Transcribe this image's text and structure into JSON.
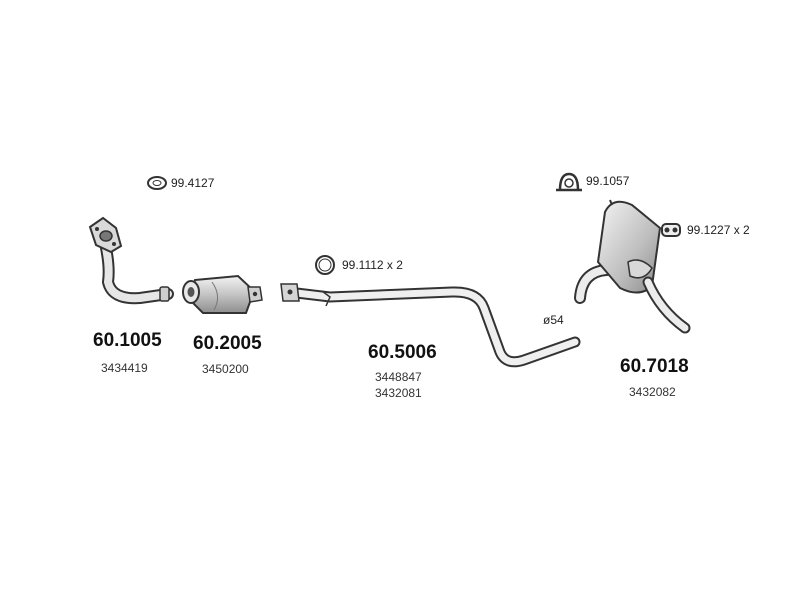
{
  "accessories": {
    "gasket_top": "99.4127",
    "clamp_mid": "99.1112 x 2",
    "clamp_right": "99.1057",
    "hanger_right": "99.1227 x 2"
  },
  "pipe_diameter": "ø54",
  "parts": [
    {
      "number": "60.1005",
      "oe": [
        "3434419"
      ]
    },
    {
      "number": "60.2005",
      "oe": [
        "3450200"
      ]
    },
    {
      "number": "60.5006",
      "oe": [
        "3448847",
        "3432081"
      ]
    },
    {
      "number": "60.7018",
      "oe": [
        "3432082"
      ]
    }
  ],
  "colors": {
    "line": "#333333",
    "fill": "#d8d8d8",
    "shade": "#a9a9a9"
  }
}
